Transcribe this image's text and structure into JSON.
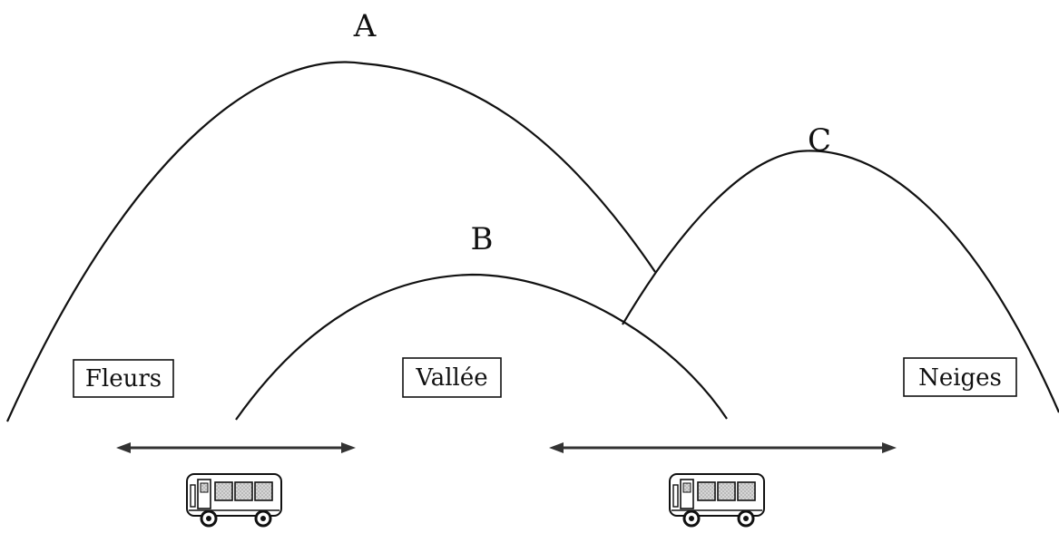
{
  "mountains": {
    "a": {
      "label": "A"
    },
    "b": {
      "label": "B"
    },
    "c": {
      "label": "C"
    }
  },
  "places": {
    "fleurs": "Fleurs",
    "vallee": "Vallée",
    "neiges": "Neiges"
  },
  "routes": [
    {
      "from": "Fleurs",
      "to": "Vallée",
      "vehicle": "bus-icon"
    },
    {
      "from": "Vallée",
      "to": "Neiges",
      "vehicle": "bus-icon"
    }
  ],
  "colors": {
    "line": "#111111",
    "arrow": "#333333",
    "window": "#cfcfcf"
  }
}
